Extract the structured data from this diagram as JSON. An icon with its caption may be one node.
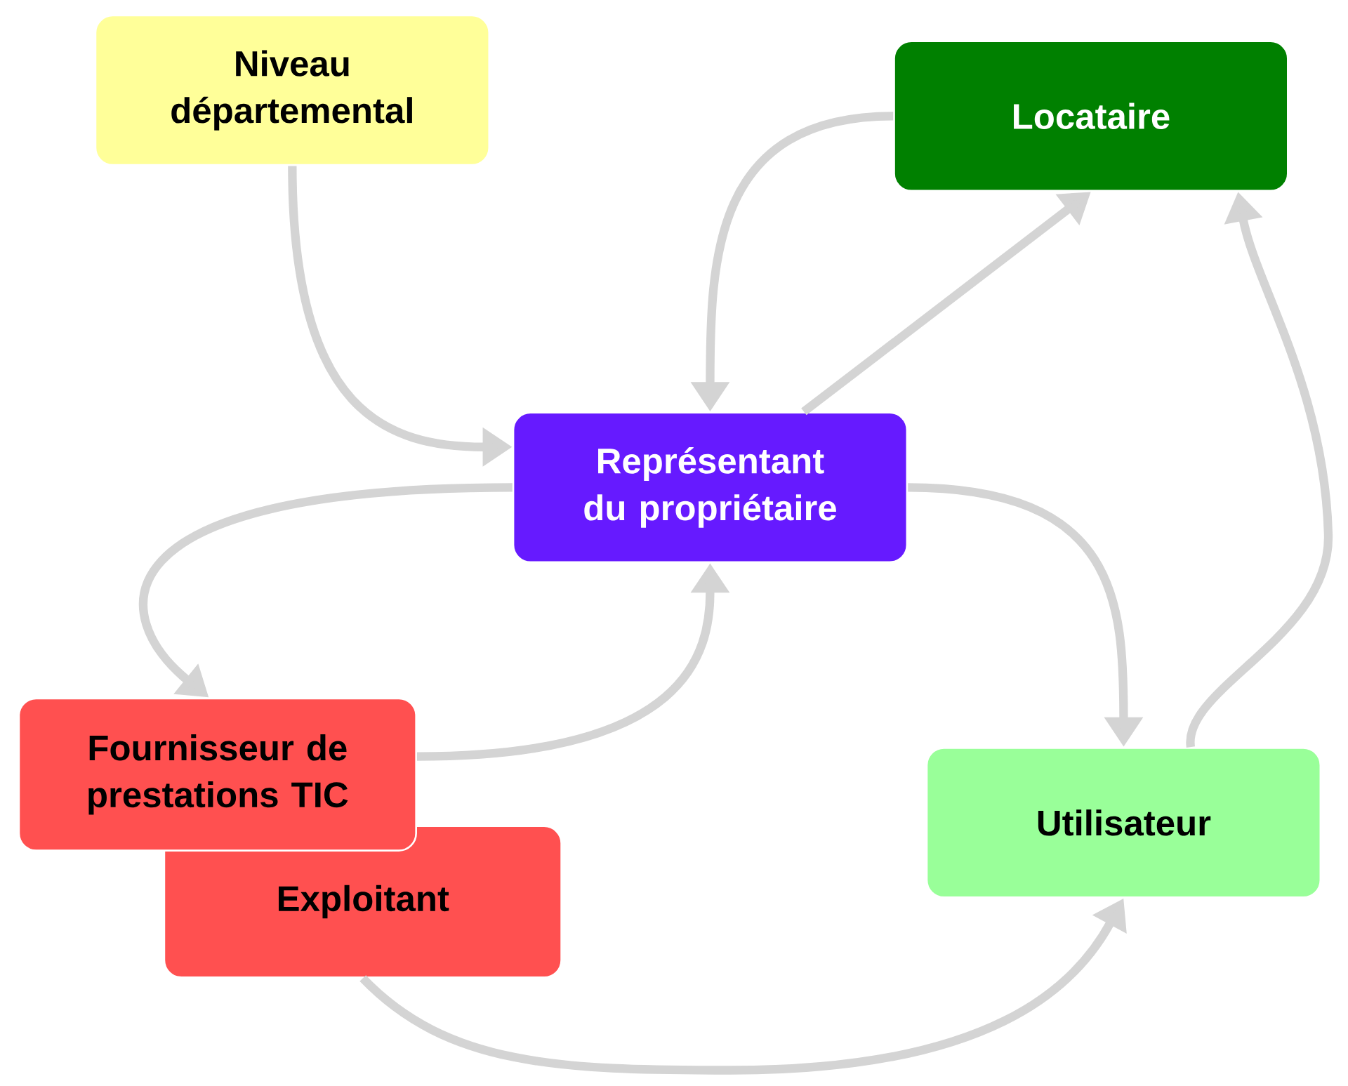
{
  "diagram": {
    "nodes": [
      {
        "text": [
          "Niveau départemental"
        ]
      },
      {
        "text": [
          "Locataire"
        ]
      },
      {
        "text": [
          "Représentant du propriétaire"
        ]
      },
      {
        "text": [
          "Fournisseur de prestations TIC"
        ]
      },
      {
        "text": [
          "Exploitant"
        ]
      },
      {
        "text": [
          "Utilisateur"
        ]
      }
    ],
    "edges": [
      {
        "from": 0,
        "to": 2,
        "arrow": "to"
      },
      {
        "from": 1,
        "to": 2,
        "arrow": "to"
      },
      {
        "from": 2,
        "to": 1,
        "arrow": "to"
      },
      {
        "from": 2,
        "to": 3,
        "arrow": "to"
      },
      {
        "from": 3,
        "to": 2,
        "arrow": "to"
      },
      {
        "from": 2,
        "to": 5,
        "arrow": "to"
      },
      {
        "from": 5,
        "to": 1,
        "arrow": "to"
      },
      {
        "from": 4,
        "to": 5,
        "arrow": "to"
      }
    ]
  }
}
